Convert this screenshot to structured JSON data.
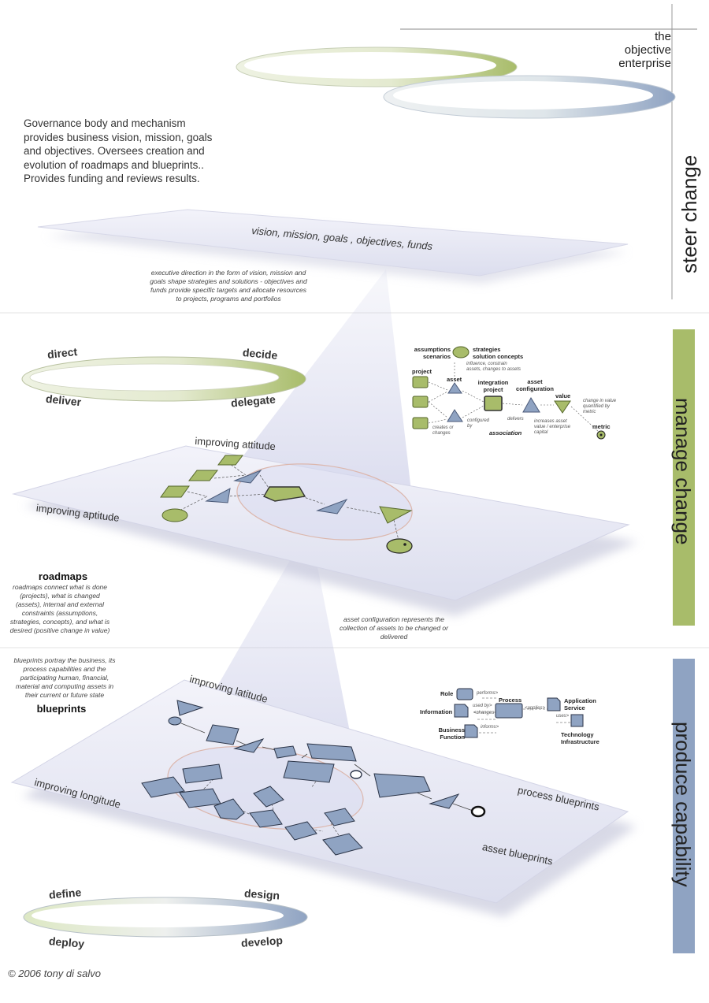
{
  "title": {
    "line1": "the",
    "line2": "objective",
    "line3": "enterprise"
  },
  "bands": {
    "steer": "steer change",
    "manage": "manage change",
    "produce": "produce capability"
  },
  "governance_text": "Governance body and mechanism provides business vision, mission, goals and objectives. Oversees creation and evolution of roadmaps and blueprints.. Provides funding and reviews results.",
  "vision_plane_label": "vision, mission, goals , objectives, funds",
  "executive_note": "executive direction in the form of vision, mission and goals shape strategies and solutions - objectives and funds provide specific targets and allocate resources to projects, programs and portfolios",
  "manage_cycle": {
    "direct": "direct",
    "decide": "decide",
    "deliver": "deliver",
    "delegate": "delegate"
  },
  "produce_cycle": {
    "define": "define",
    "design": "design",
    "deploy": "deploy",
    "develop": "develop"
  },
  "roadmap_plane": {
    "attitude": "improving attitude",
    "aptitude": "improving aptitude"
  },
  "roadmaps": {
    "heading": "roadmaps",
    "text": "roadmaps connect what is done (projects), what is changed (assets), internal and external constraints (assumptions, strategies, concepts), and what is desired (positive change in value)"
  },
  "asset_config_note": "asset configuration represents the collection of assets to be changed or delivered",
  "blueprints": {
    "heading": "blueprints",
    "text": "blueprints portray the business, its process capabilities and the participating human, financial, material and computing assets in their current or future state"
  },
  "blueprint_plane": {
    "latitude": "improving latitude",
    "longitude": "improving longitude",
    "process": "process blueprints",
    "asset": "asset blueprints"
  },
  "roadmap_legend": {
    "assumptions": "assumptions",
    "scenarios": "scenarios",
    "strategies": "strategies",
    "solution_concepts": "solution concepts",
    "influence_note": "influence, constrain assets, changes to assets",
    "project": "project",
    "asset": "asset",
    "integration_project": "integration project",
    "asset_configuration": "asset configuration",
    "value": "value",
    "value_note": "change in value quantified by metric",
    "metric": "metric",
    "creates_note": "creates or changes",
    "configured_note": "configured by",
    "delivers": "delivers",
    "increases_note": "increases asset value / enterprise capital",
    "association": "association"
  },
  "blueprint_legend": {
    "role": "Role",
    "performs": "performs>",
    "information": "Information",
    "used_by": "used by>",
    "changes": "<changes",
    "process": "Process",
    "applies": "<applies>",
    "application_service": "Application Service",
    "uses": "uses>",
    "business_function": "Business Function",
    "informs": "informs>",
    "technology_infrastructure": "Technology Infrastructure"
  },
  "copyright": "© 2006 tony di salvo",
  "colors": {
    "green": "#a8bc6a",
    "green_dark": "#6f8a2e",
    "blue": "#8fa3c2",
    "blue_dark": "#4b5a78",
    "plane": "#e7e8f4"
  }
}
